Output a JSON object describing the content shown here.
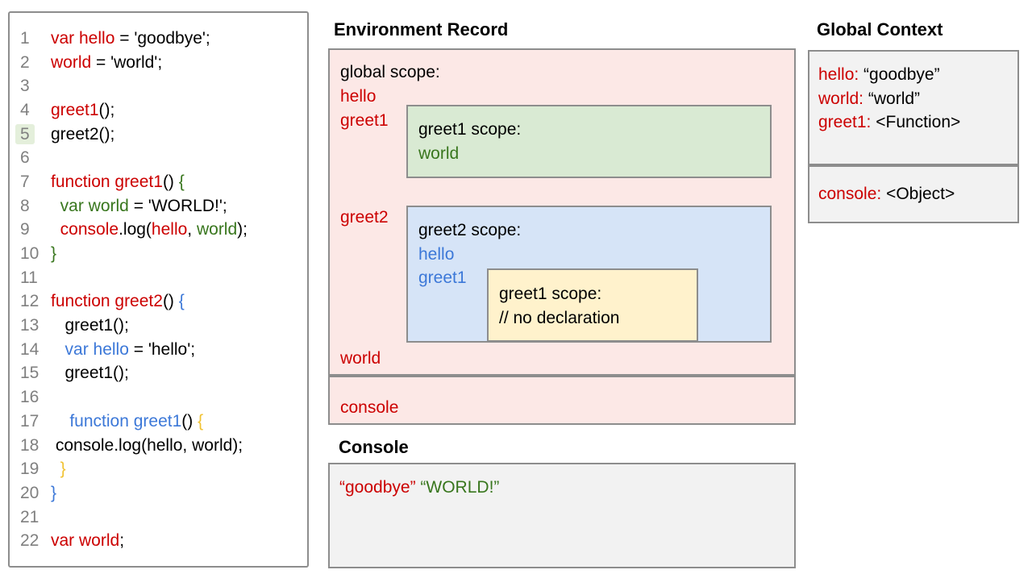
{
  "colors": {
    "red": "#cc0000",
    "green": "#38761d",
    "blue": "#3c78d8",
    "yellow": "#f1c232",
    "pink_bg": "#fce8e6",
    "green_bg": "#d9ead3",
    "blue_bg": "#d6e4f7",
    "yellow_bg": "#fff2cc",
    "gray_bg": "#f2f2f2",
    "border": "#8d8d8d",
    "line_number": "#808080",
    "highlight_bg": "#e4efdb"
  },
  "code_panel": {
    "lines": [
      {
        "num": "1",
        "tokens": [
          {
            "t": "var hello",
            "c": "red"
          },
          {
            "t": " = 'goodbye';",
            "c": "black"
          }
        ]
      },
      {
        "num": "2",
        "tokens": [
          {
            "t": "world",
            "c": "red"
          },
          {
            "t": " = 'world';",
            "c": "black"
          }
        ]
      },
      {
        "num": "3",
        "tokens": []
      },
      {
        "num": "4",
        "tokens": [
          {
            "t": "greet1",
            "c": "red"
          },
          {
            "t": "();",
            "c": "black"
          }
        ]
      },
      {
        "num": "5",
        "highlighted": true,
        "tokens": [
          {
            "t": "greet2();",
            "c": "black"
          }
        ]
      },
      {
        "num": "6",
        "tokens": []
      },
      {
        "num": "7",
        "tokens": [
          {
            "t": "function greet1",
            "c": "red"
          },
          {
            "t": "() ",
            "c": "black"
          },
          {
            "t": "{",
            "c": "green"
          }
        ]
      },
      {
        "num": "8",
        "tokens": [
          {
            "t": "  ",
            "c": "black"
          },
          {
            "t": "var world",
            "c": "green"
          },
          {
            "t": " = 'WORLD!';",
            "c": "black"
          }
        ]
      },
      {
        "num": "9",
        "tokens": [
          {
            "t": "  ",
            "c": "black"
          },
          {
            "t": "console",
            "c": "red"
          },
          {
            "t": ".log(",
            "c": "black"
          },
          {
            "t": "hello",
            "c": "red"
          },
          {
            "t": ", ",
            "c": "black"
          },
          {
            "t": "world",
            "c": "green"
          },
          {
            "t": ");",
            "c": "black"
          }
        ]
      },
      {
        "num": "10",
        "tokens": [
          {
            "t": "}",
            "c": "green"
          }
        ]
      },
      {
        "num": "11",
        "tokens": []
      },
      {
        "num": "12",
        "tokens": [
          {
            "t": "function greet2",
            "c": "red"
          },
          {
            "t": "() ",
            "c": "black"
          },
          {
            "t": "{",
            "c": "blue"
          }
        ]
      },
      {
        "num": "13",
        "tokens": [
          {
            "t": "   greet1();",
            "c": "black"
          }
        ]
      },
      {
        "num": "14",
        "tokens": [
          {
            "t": "   ",
            "c": "black"
          },
          {
            "t": "var hello",
            "c": "blue"
          },
          {
            "t": " = 'hello';",
            "c": "black"
          }
        ]
      },
      {
        "num": "15",
        "tokens": [
          {
            "t": "   greet1();",
            "c": "black"
          }
        ]
      },
      {
        "num": "16",
        "tokens": []
      },
      {
        "num": "17",
        "tokens": [
          {
            "t": "    ",
            "c": "black"
          },
          {
            "t": "function greet1",
            "c": "blue"
          },
          {
            "t": "() ",
            "c": "black"
          },
          {
            "t": "{",
            "c": "yellow"
          }
        ]
      },
      {
        "num": "18",
        "tokens": [
          {
            "t": " console.log(hello, world);",
            "c": "black"
          }
        ]
      },
      {
        "num": "19",
        "tokens": [
          {
            "t": "  ",
            "c": "black"
          },
          {
            "t": "}",
            "c": "yellow"
          }
        ]
      },
      {
        "num": "20",
        "tokens": [
          {
            "t": "}",
            "c": "blue"
          }
        ]
      },
      {
        "num": "21",
        "tokens": []
      },
      {
        "num": "22",
        "tokens": [
          {
            "t": "var world",
            "c": "red"
          },
          {
            "t": ";",
            "c": "black"
          }
        ]
      }
    ]
  },
  "environment_record": {
    "title": "Environment Record",
    "global_scope": {
      "label": "global scope:",
      "var_hello": "hello",
      "var_greet1": "greet1",
      "var_greet2": "greet2",
      "var_world": "world"
    },
    "greet1_scope": {
      "label": "greet1 scope:",
      "var_world": "world"
    },
    "greet2_scope": {
      "label": "greet2 scope:",
      "var_hello": "hello",
      "var_greet1": "greet1"
    },
    "inner_greet1_scope": {
      "label": "greet1 scope:",
      "comment": "// no declaration"
    },
    "console_var": "console"
  },
  "global_context": {
    "title": "Global Context",
    "line_hello": [
      {
        "t": "hello:",
        "c": "red"
      },
      {
        "t": " “goodbye”",
        "c": "black"
      }
    ],
    "line_world": [
      {
        "t": "world:",
        "c": "red"
      },
      {
        "t": " “world”",
        "c": "black"
      }
    ],
    "line_greet1": [
      {
        "t": "greet1:",
        "c": "red"
      },
      {
        "t": " <Function>",
        "c": "black"
      }
    ],
    "line_console": [
      {
        "t": "console:",
        "c": "red"
      },
      {
        "t": " <Object>",
        "c": "black"
      }
    ]
  },
  "console_panel": {
    "title": "Console",
    "output": [
      {
        "t": "“goodbye”",
        "c": "red"
      },
      {
        "t": " ",
        "c": "black"
      },
      {
        "t": "“WORLD!”",
        "c": "green"
      }
    ]
  }
}
